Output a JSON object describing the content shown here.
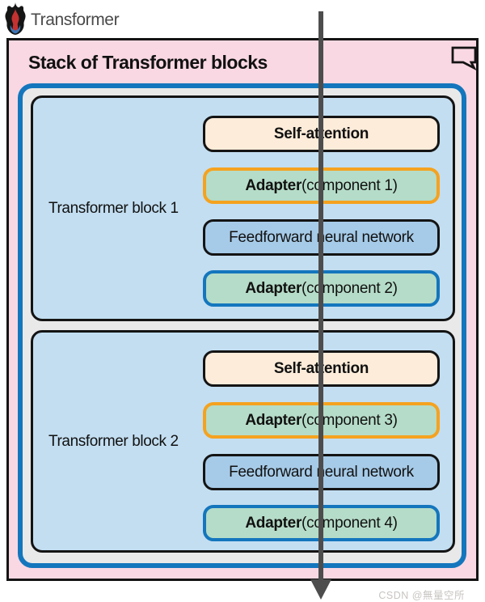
{
  "logo": {
    "brand": "Transformer"
  },
  "diagram": {
    "title": "Stack of Transformer blocks",
    "blocks": [
      {
        "label": "Transformer block 1",
        "components": [
          {
            "bold": "Self-attention",
            "rest": ""
          },
          {
            "bold": "Adapter",
            "rest": " (component 1)"
          },
          {
            "bold": "",
            "rest": "Feedforward neural network"
          },
          {
            "bold": "Adapter",
            "rest": " (component 2)"
          }
        ]
      },
      {
        "label": "Transformer block 2",
        "components": [
          {
            "bold": "Self-attention",
            "rest": ""
          },
          {
            "bold": "Adapter",
            "rest": " (component 3)"
          },
          {
            "bold": "",
            "rest": "Feedforward neural network"
          },
          {
            "bold": "Adapter",
            "rest": " (component 4)"
          }
        ]
      }
    ]
  },
  "icons": {
    "logo": "flame-icon",
    "corner": "speech-bubble-icon",
    "flow": "down-arrow"
  },
  "watermark": "CSDN @無量空所",
  "colors": {
    "panel_pink": "#f9d8e3",
    "outline_black": "#141414",
    "frame_blue": "#1476bd",
    "frame_gap_gray": "#e9e9e9",
    "block_fill": "#c3def1",
    "attention_fill": "#fcecd9",
    "adapter_fill": "#b5dcc8",
    "adapter_border_orange": "#f5a21f",
    "adapter_border_blue": "#1476bd",
    "feedforward_fill": "#a6cbe8",
    "flow_arrow": "#4d4d4d"
  }
}
